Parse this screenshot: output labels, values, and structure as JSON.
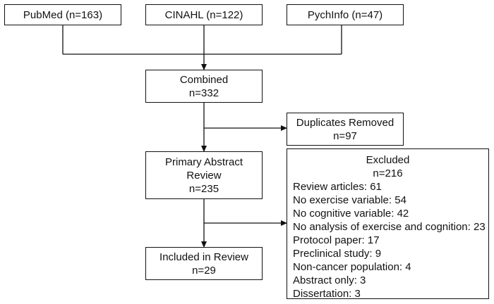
{
  "sources": [
    {
      "label": "PubMed (n=163)"
    },
    {
      "label": "CINAHL (n=122)"
    },
    {
      "label": "PychInfo (n=47)"
    }
  ],
  "combined": {
    "lines": [
      "Combined",
      "n=332"
    ]
  },
  "duplicates": {
    "lines": [
      "Duplicates Removed",
      "n=97"
    ]
  },
  "primary": {
    "lines": [
      "Primary Abstract",
      "Review",
      "n=235"
    ]
  },
  "included": {
    "lines": [
      "Included in Review",
      "n=29"
    ]
  },
  "excluded": {
    "heading": "Excluded",
    "count": "n=216",
    "items": [
      "Review articles: 61",
      "No exercise variable: 54",
      "No cognitive variable: 42",
      "No analysis of exercise and cognition: 23",
      "Protocol paper: 17",
      "Preclinical study: 9",
      "Non-cancer population: 4",
      "Abstract only: 3",
      "Dissertation: 3"
    ]
  }
}
